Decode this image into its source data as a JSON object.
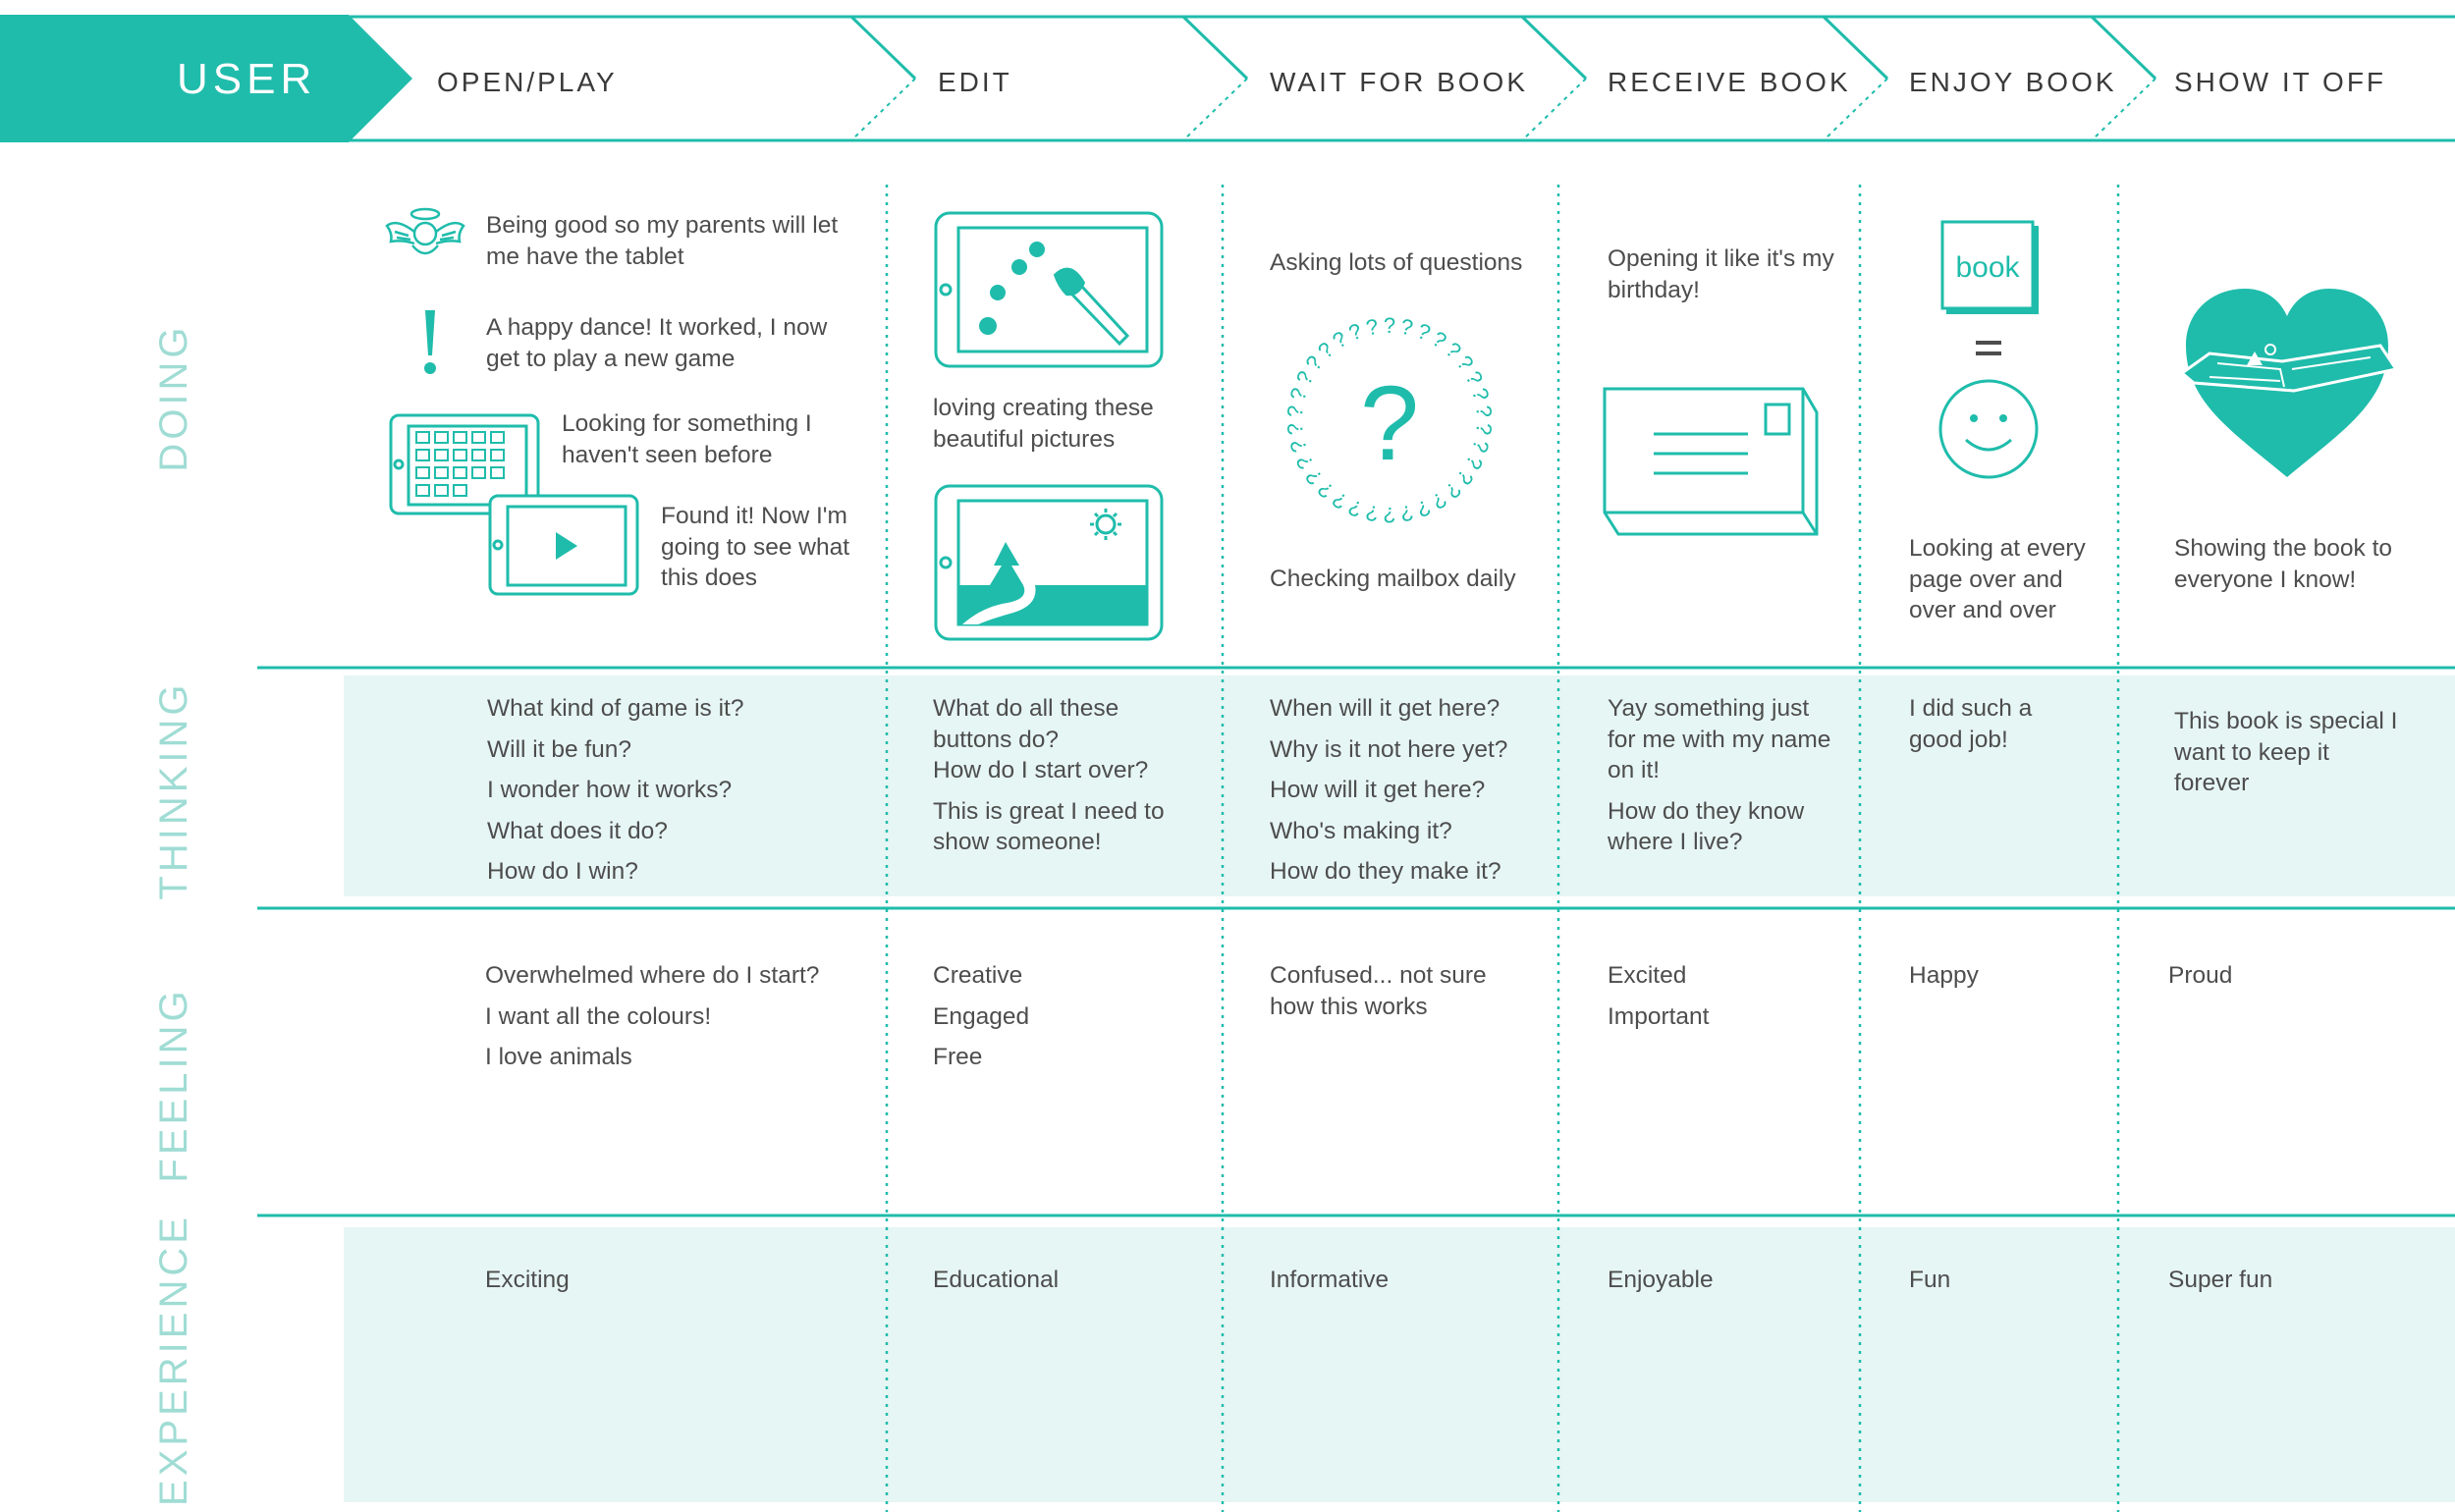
{
  "colors": {
    "accent": "#1fbcab",
    "band": "#e6f6f4",
    "row_label": "#9fdcd4",
    "text": "#4d4d4d"
  },
  "header": {
    "user_label": "USER",
    "stages": [
      "OPEN/PLAY",
      "EDIT",
      "WAIT FOR BOOK",
      "RECEIVE BOOK",
      "ENJOY BOOK",
      "SHOW IT OFF"
    ]
  },
  "rows": {
    "doing": "DOING",
    "thinking": "THINKING",
    "feeling": "FEELING",
    "experience": "EXPERIENCE"
  },
  "doing": {
    "open_play": {
      "angel_text": "Being good so my parents will let me have the tablet",
      "exclaim_text": "A happy dance! It worked, I now get to play a new game",
      "grid_text": "Looking for something I haven't seen before",
      "play_text": "Found it! Now I'm going to see what this does",
      "icons": [
        "angel-icon",
        "exclamation-icon",
        "tablet-grid-icon",
        "tablet-play-icon"
      ]
    },
    "edit": {
      "text": "loving creating these beautiful pictures",
      "icons": [
        "tablet-paintbrush-icon",
        "tablet-landscape-icon"
      ]
    },
    "wait": {
      "text_top": "Asking lots of questions",
      "text_bottom": "Checking mailbox daily",
      "question_mark": "?",
      "ring_mark": "?",
      "icons": [
        "question-circle-icon"
      ]
    },
    "receive": {
      "text": "Opening it like it's my birthday!",
      "icons": [
        "envelope-icon"
      ]
    },
    "enjoy": {
      "book_label": "book",
      "text": "Looking at every page over and over and over",
      "icons": [
        "book-icon",
        "equals-icon",
        "smiley-icon"
      ]
    },
    "show": {
      "text": "Showing the book to everyone I know!",
      "icons": [
        "heart-book-icon"
      ]
    }
  },
  "thinking": {
    "open_play": [
      "What kind of game is it?",
      "Will it be fun?",
      "I wonder how it works?",
      "What does it do?",
      "How do I win?"
    ],
    "edit": [
      "What do all these buttons do?",
      "How do I start over?",
      "This is great I need to show someone!"
    ],
    "wait": [
      "When will it get here?",
      "Why is it not here yet?",
      "How will it get here?",
      "Who's making it?",
      "How do they make it?"
    ],
    "receive": [
      "Yay something just for me with my name on it!",
      "How do they know where I live?"
    ],
    "enjoy": [
      "I did such a good job!"
    ],
    "show": [
      "This book is special I want to keep it forever"
    ]
  },
  "feeling": {
    "open_play": [
      "Overwhelmed where do I start?",
      "I want all the colours!",
      "I love animals"
    ],
    "edit": [
      "Creative",
      "Engaged",
      "Free"
    ],
    "wait": [
      "Confused... not sure how this works"
    ],
    "receive": [
      "Excited",
      "Important"
    ],
    "enjoy": [
      "Happy"
    ],
    "show": [
      "Proud"
    ]
  },
  "experience": {
    "open_play": "Exciting",
    "edit": "Educational",
    "wait": "Informative",
    "receive": "Enjoyable",
    "enjoy": "Fun",
    "show": "Super fun"
  }
}
